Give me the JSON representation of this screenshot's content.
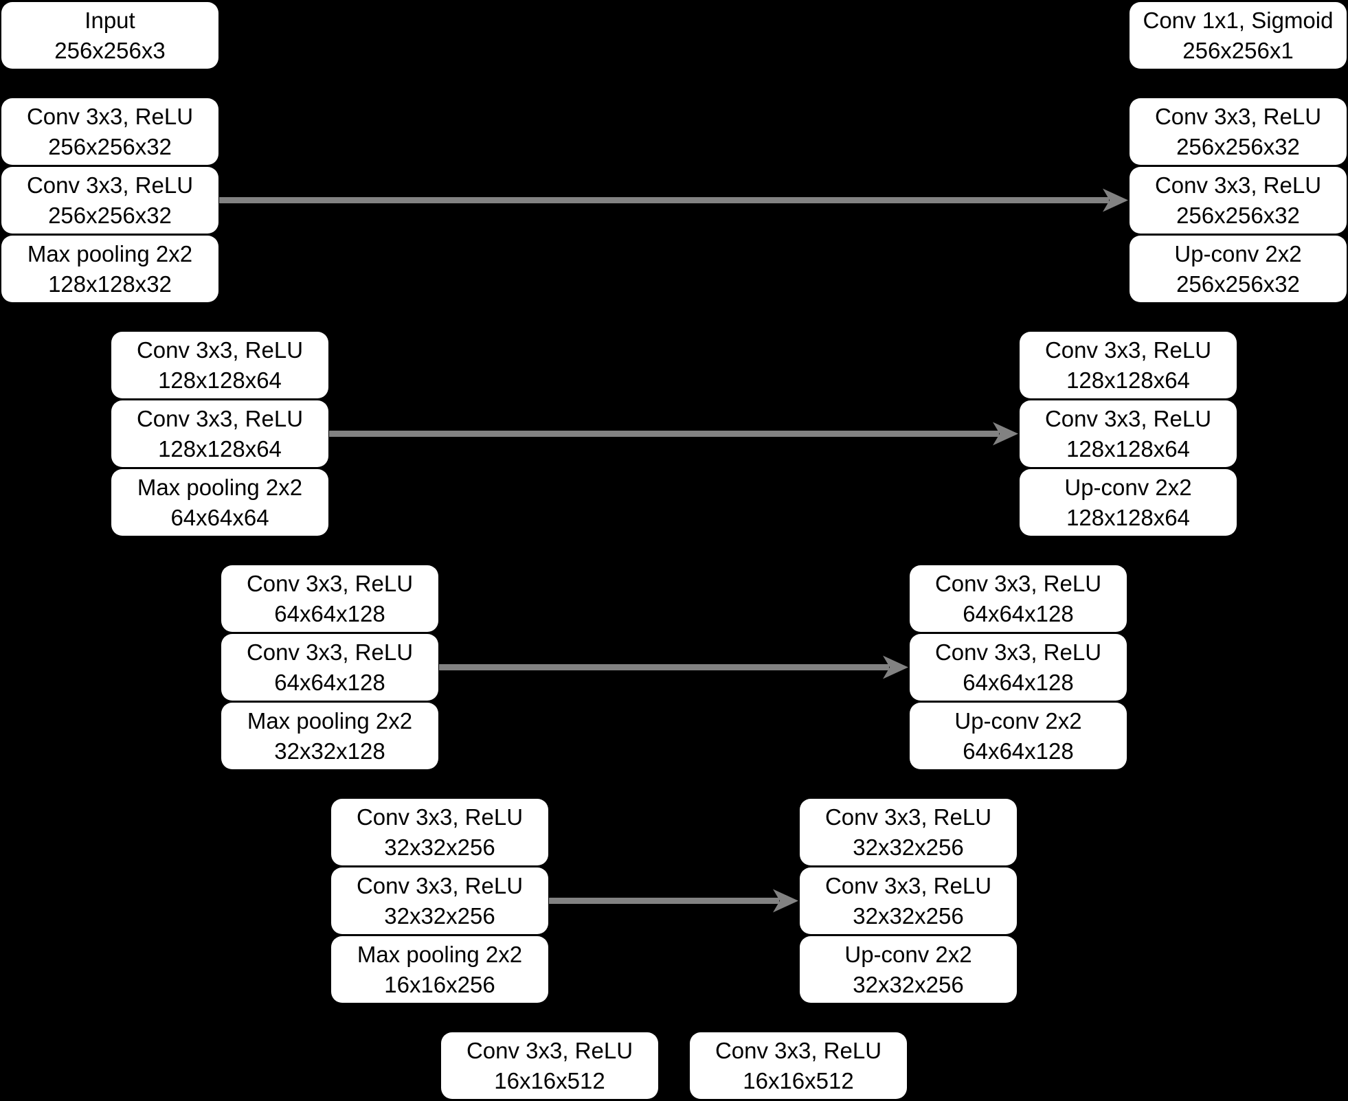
{
  "palette": {
    "background": "#000000",
    "box_fill": "#ffffff",
    "text": "#000000",
    "arrow": "#828282"
  },
  "input_block": {
    "op": "Input",
    "size": "256x256x3"
  },
  "output_block": {
    "op": "Conv 1x1, Sigmoid",
    "size": "256x256x1"
  },
  "encoder_levels": [
    {
      "blocks": [
        {
          "op": "Conv 3x3, ReLU",
          "size": "256x256x32"
        },
        {
          "op": "Conv 3x3, ReLU",
          "size": "256x256x32"
        },
        {
          "op": "Max pooling 2x2",
          "size": "128x128x32"
        }
      ]
    },
    {
      "blocks": [
        {
          "op": "Conv 3x3, ReLU",
          "size": "128x128x64"
        },
        {
          "op": "Conv 3x3, ReLU",
          "size": "128x128x64"
        },
        {
          "op": "Max pooling 2x2",
          "size": "64x64x64"
        }
      ]
    },
    {
      "blocks": [
        {
          "op": "Conv 3x3, ReLU",
          "size": "64x64x128"
        },
        {
          "op": "Conv 3x3, ReLU",
          "size": "64x64x128"
        },
        {
          "op": "Max pooling 2x2",
          "size": "32x32x128"
        }
      ]
    },
    {
      "blocks": [
        {
          "op": "Conv 3x3, ReLU",
          "size": "32x32x256"
        },
        {
          "op": "Conv 3x3, ReLU",
          "size": "32x32x256"
        },
        {
          "op": "Max pooling 2x2",
          "size": "16x16x256"
        }
      ]
    }
  ],
  "decoder_levels": [
    {
      "blocks": [
        {
          "op": "Conv 3x3, ReLU",
          "size": "256x256x32"
        },
        {
          "op": "Conv 3x3, ReLU",
          "size": "256x256x32"
        },
        {
          "op": "Up-conv 2x2",
          "size": "256x256x32"
        }
      ]
    },
    {
      "blocks": [
        {
          "op": "Conv 3x3, ReLU",
          "size": "128x128x64"
        },
        {
          "op": "Conv 3x3, ReLU",
          "size": "128x128x64"
        },
        {
          "op": "Up-conv 2x2",
          "size": "128x128x64"
        }
      ]
    },
    {
      "blocks": [
        {
          "op": "Conv 3x3, ReLU",
          "size": "64x64x128"
        },
        {
          "op": "Conv 3x3, ReLU",
          "size": "64x64x128"
        },
        {
          "op": "Up-conv 2x2",
          "size": "64x64x128"
        }
      ]
    },
    {
      "blocks": [
        {
          "op": "Conv 3x3, ReLU",
          "size": "32x32x256"
        },
        {
          "op": "Conv 3x3, ReLU",
          "size": "32x32x256"
        },
        {
          "op": "Up-conv 2x2",
          "size": "32x32x256"
        }
      ]
    }
  ],
  "bottleneck_blocks": [
    {
      "op": "Conv 3x3, ReLU",
      "size": "16x16x512"
    },
    {
      "op": "Conv 3x3, ReLU",
      "size": "16x16x512"
    }
  ],
  "skip_connections": [
    {
      "from": "encoder-l1-block2",
      "to": "decoder-l1-block2",
      "level": 1
    },
    {
      "from": "encoder-l2-block2",
      "to": "decoder-l2-block2",
      "level": 2
    },
    {
      "from": "encoder-l3-block2",
      "to": "decoder-l3-block2",
      "level": 3
    },
    {
      "from": "encoder-l4-block2",
      "to": "decoder-l4-block2",
      "level": 4
    }
  ]
}
